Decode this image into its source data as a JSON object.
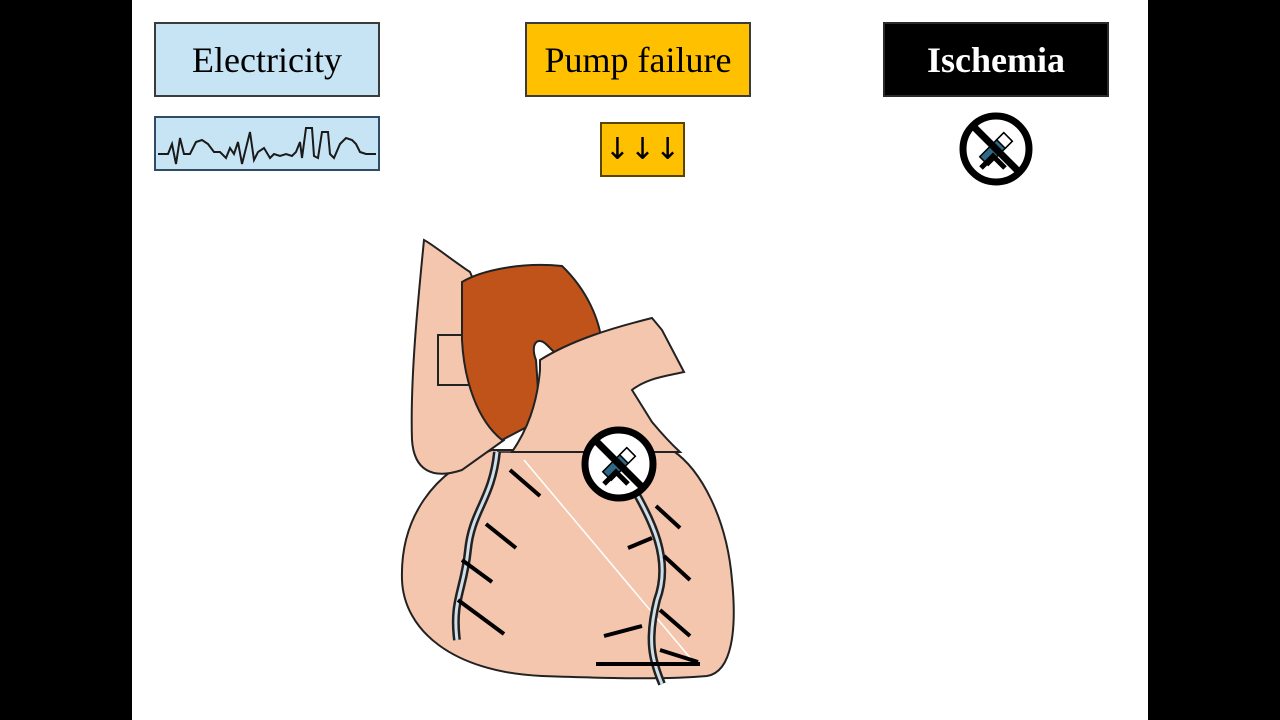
{
  "labels": {
    "electricity": "Electricity",
    "pump_failure": "Pump failure",
    "ischemia": "Ischemia"
  },
  "pump_indicator": "↓↓↓",
  "icons": {
    "ecg": "ecg-waveform-icon",
    "no_symbol": "blocked-vessel-no-sign-icon",
    "heart": "heart-illustration"
  },
  "colors": {
    "electricity_bg": "#c7e4f4",
    "pump_bg": "#ffc000",
    "ischemia_bg": "#000000",
    "heart_tissue": "#f4c6ae",
    "atrium": "#c0531a",
    "vessel": "#2e5f78"
  }
}
